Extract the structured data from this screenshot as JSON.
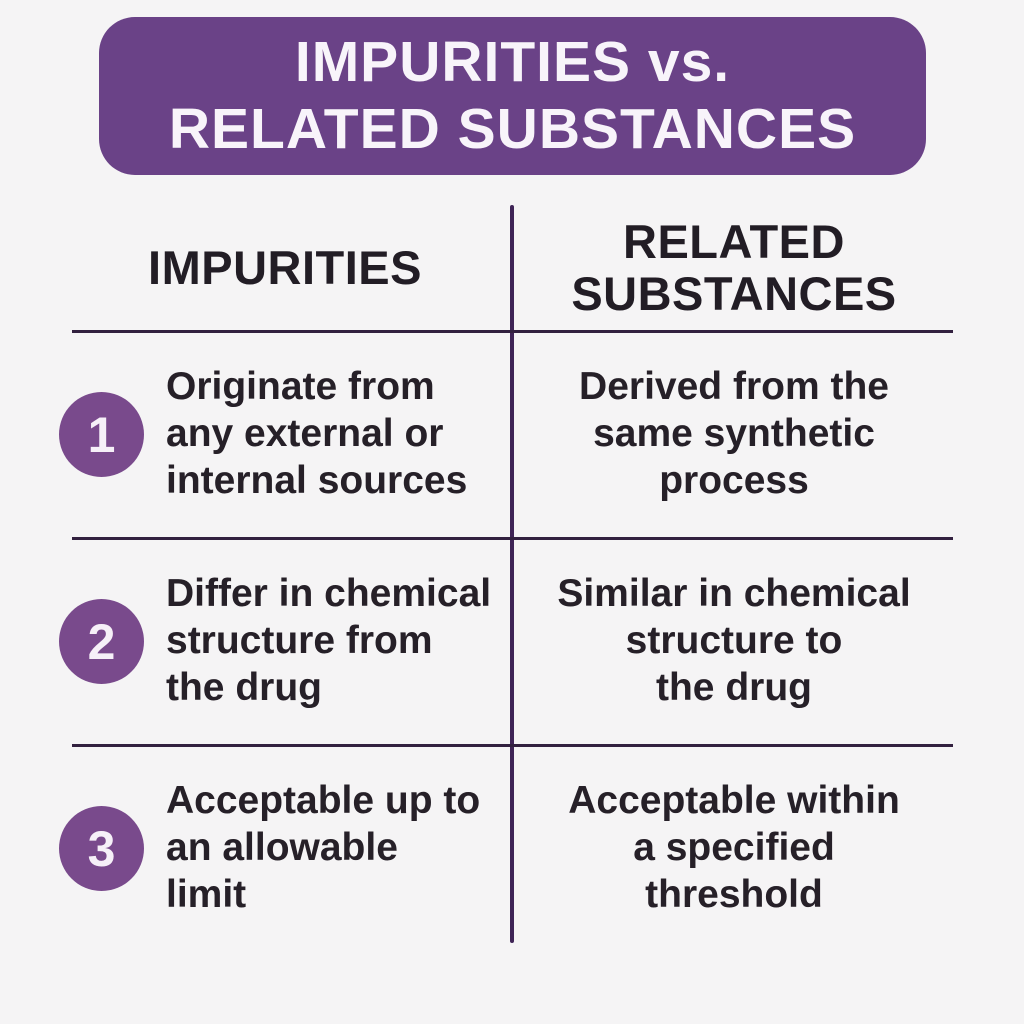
{
  "colors": {
    "background": "#f5f4f5",
    "banner": "#6a4287",
    "badge": "#794a8c",
    "text_dark": "#262028",
    "line": "#32203f",
    "title_text": "#f8f4fa"
  },
  "banner": {
    "title": "IMPURITIES vs.\nRELATED SUBSTANCES"
  },
  "table": {
    "headers": {
      "left": "IMPURITIES",
      "right": "RELATED\nSUBSTANCES"
    },
    "rows": [
      {
        "number": "1",
        "impurities": "Originate from\nany external or\ninternal sources",
        "related_substances": "Derived from the\nsame synthetic\nprocess"
      },
      {
        "number": "2",
        "impurities": "Differ in chemical\nstructure from\nthe drug",
        "related_substances": "Similar in chemical\nstructure to\nthe drug"
      },
      {
        "number": "3",
        "impurities": "Acceptable up to\nan allowable\nlimit",
        "related_substances": "Acceptable within\na specified\nthreshold"
      }
    ]
  }
}
